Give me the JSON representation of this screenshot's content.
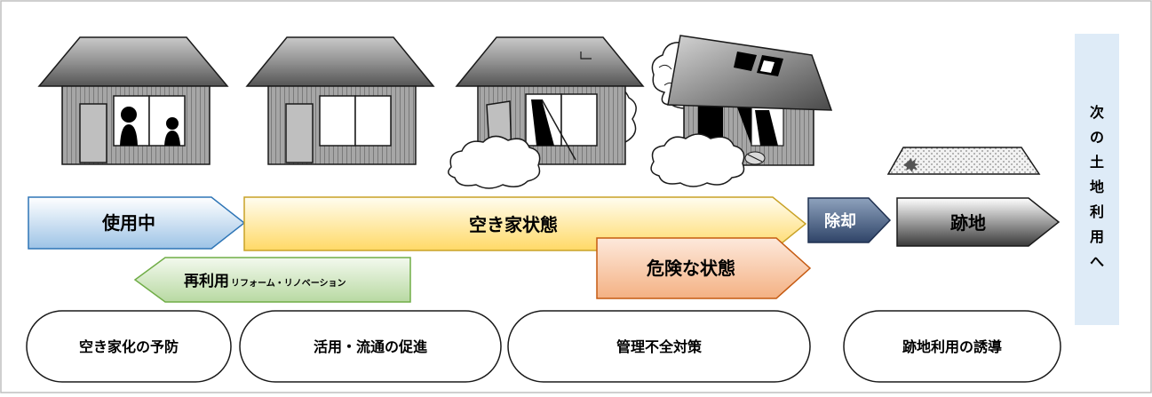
{
  "stages": {
    "in_use": "使用中",
    "vacant": "空き家状態",
    "demolition": "除却",
    "vacant_lot": "跡地",
    "dangerous": "危険な状態",
    "reuse": "再利用",
    "reuse_sub": "リフォーム・リノベーション"
  },
  "next_use": [
    "次",
    "の",
    "土",
    "地",
    "利",
    "用",
    "へ"
  ],
  "measures": {
    "prevention": "空き家化の予防",
    "utilization": "活用・流通の促進",
    "management": "管理不全対策",
    "lot_use": "跡地利用の誘導"
  }
}
